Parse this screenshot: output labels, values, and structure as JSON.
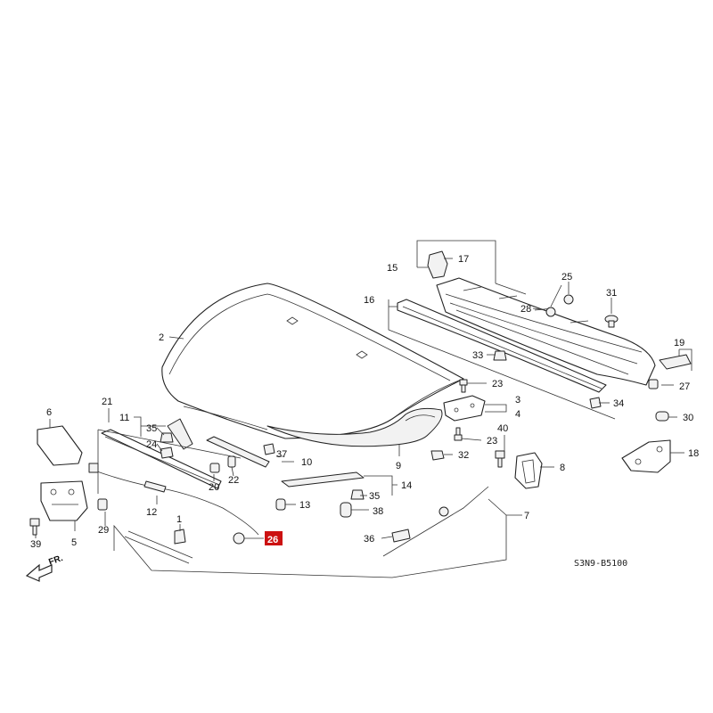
{
  "diagram": {
    "code": "S3N9-B5100",
    "front_label": "FR.",
    "highlight_color": "#cc1111",
    "highlighted_callout": "26",
    "callouts": {
      "c1": "1",
      "c2": "2",
      "c3": "3",
      "c4": "4",
      "c5": "5",
      "c6": "6",
      "c7": "7",
      "c8": "8",
      "c9": "9",
      "c10": "10",
      "c11": "11",
      "c12": "12",
      "c13": "13",
      "c14": "14",
      "c15": "15",
      "c16": "16",
      "c17": "17",
      "c18": "18",
      "c19": "19",
      "c20": "20",
      "c21": "21",
      "c22": "22",
      "c23a": "23",
      "c23b": "23",
      "c24": "24",
      "c25": "25",
      "c26": "26",
      "c27": "27",
      "c28": "28",
      "c29": "29",
      "c30": "30",
      "c31": "31",
      "c32": "32",
      "c33": "33",
      "c34": "34",
      "c35a": "35",
      "c35b": "35",
      "c36": "36",
      "c37": "37",
      "c38": "38",
      "c39": "39",
      "c40": "40"
    }
  }
}
